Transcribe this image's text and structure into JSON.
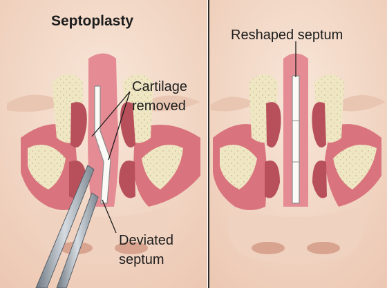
{
  "left_panel": {
    "title": "Septoplasty",
    "callout_top": [
      "Cartilage",
      "removed"
    ],
    "callout_bottom": [
      "Deviated",
      "septum"
    ]
  },
  "right_panel": {
    "callout": "Reshaped septum"
  },
  "colors": {
    "skin": "#f3dccd",
    "skin_shadow": "#e7c2ad",
    "mucosa": "#d9747e",
    "mucosa_dark": "#b8505c",
    "mucosa_light": "#f2b7b7",
    "bone": "#efe6c3",
    "cartilage": "#fbfaf6",
    "instrument": "#9aa3ad",
    "divider": "#2a2a2a"
  }
}
